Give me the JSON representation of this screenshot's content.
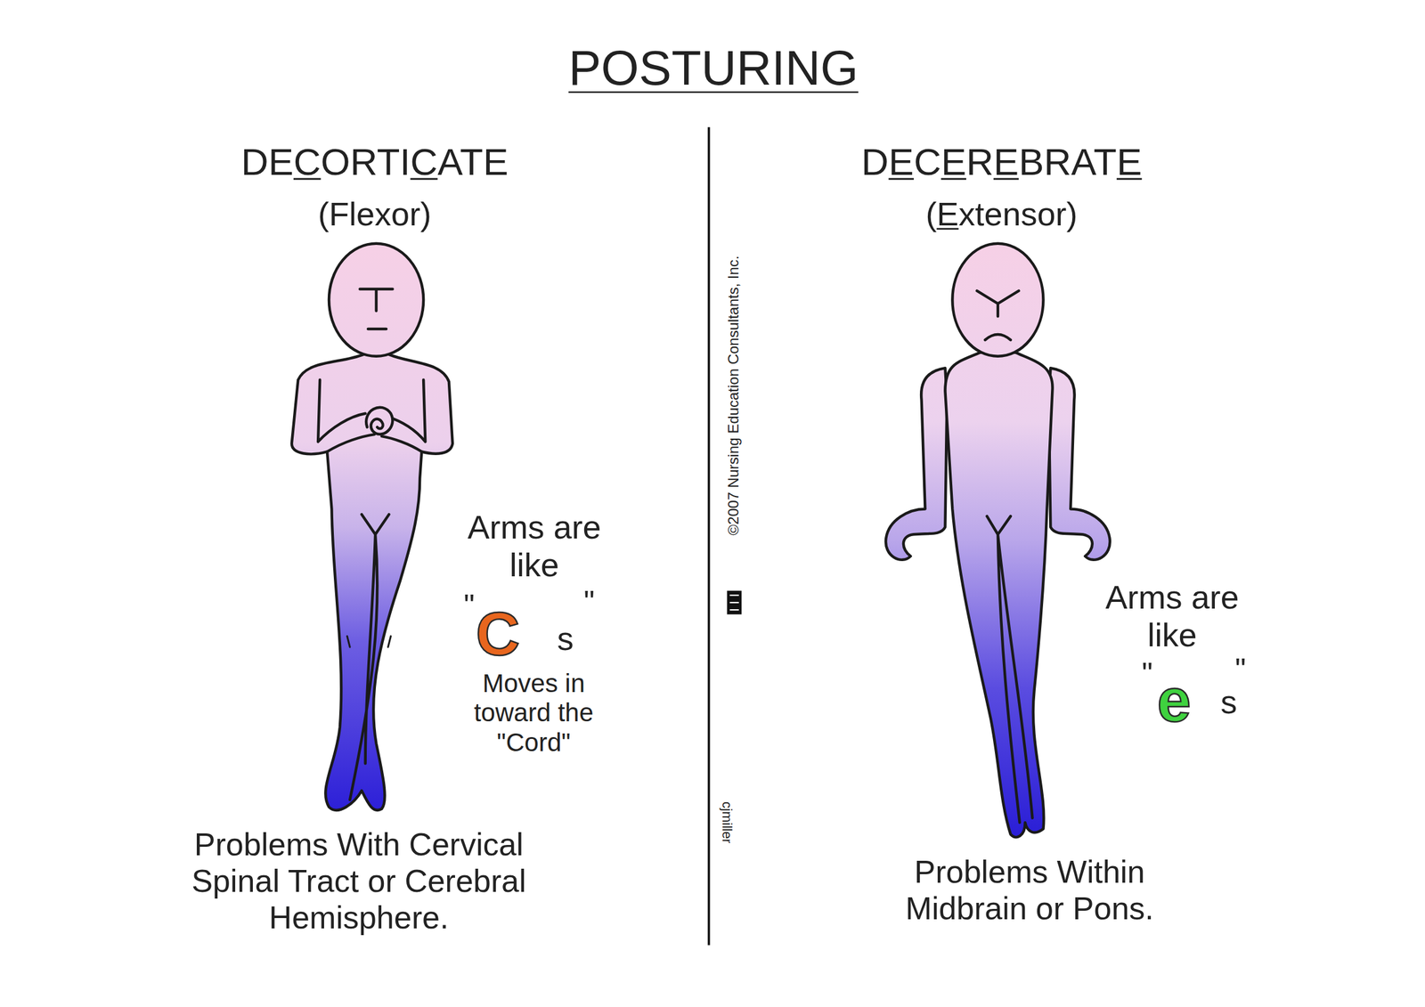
{
  "diagram": {
    "title": "POSTURING",
    "labels": [
      "DECORTICATE",
      "(Flexor)",
      "DECEREBRATE",
      "(Extensor)",
      "Arms are like",
      "\"",
      "C",
      "s",
      "\"",
      "Moves in toward the \"Cord\"",
      "©2007 Nursing Education Consultants, Inc.",
      "cjmiller",
      "Arms are like",
      "\"",
      "e",
      "s",
      "\"",
      "Problems With Cervical Spinal Tract or Cerebral Hemisphere.",
      "Problems Within Midbrain or Pons."
    ]
  }
}
